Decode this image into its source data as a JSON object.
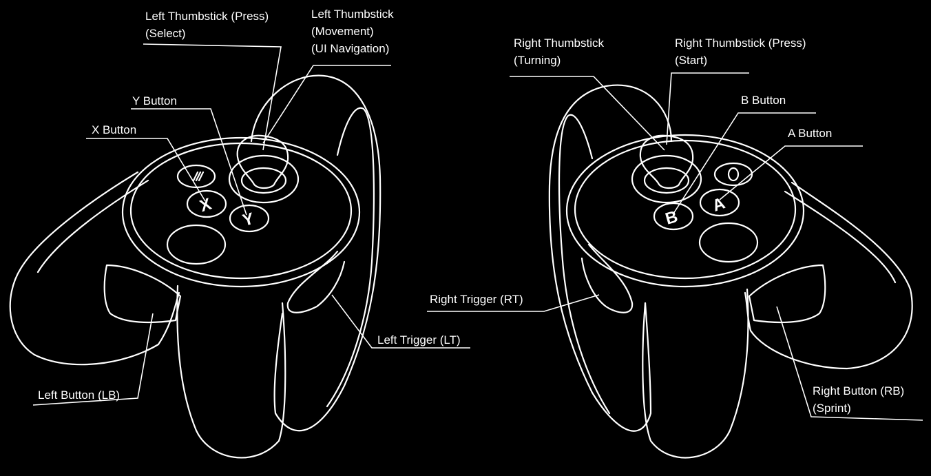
{
  "labels": {
    "left_thumbstick_press": [
      "Left Thumbstick (Press)",
      "(Select)"
    ],
    "left_thumbstick_move": [
      "Left Thumbstick",
      "(Movement)",
      "(UI Navigation)"
    ],
    "y_button": [
      "Y Button"
    ],
    "x_button": [
      "X Button"
    ],
    "left_button": [
      "Left Button (LB)"
    ],
    "left_trigger": [
      "Left Trigger (LT)"
    ],
    "right_thumbstick_turn": [
      "Right Thumbstick",
      "(Turning)"
    ],
    "right_thumbstick_press": [
      "Right Thumbstick (Press)",
      "(Start)"
    ],
    "b_button": [
      "B Button"
    ],
    "a_button": [
      "A Button"
    ],
    "right_trigger": [
      "Right Trigger (RT)"
    ],
    "right_button": [
      "Right Button (RB)",
      "(Sprint)"
    ]
  },
  "button_glyphs": {
    "x": "X",
    "y": "Y",
    "a": "A",
    "b": "B"
  },
  "colors": {
    "background": "#000000",
    "line": "#ffffff"
  }
}
